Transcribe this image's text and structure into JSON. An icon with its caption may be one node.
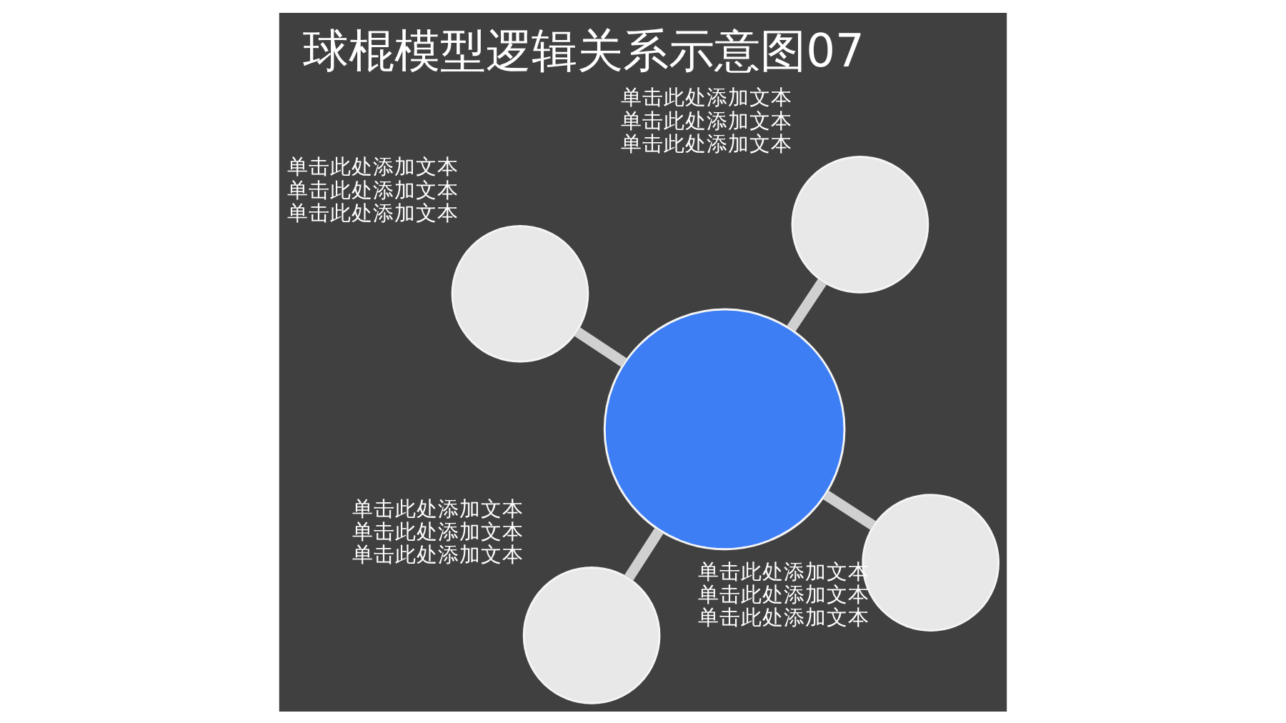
{
  "diagram": {
    "title": "球棍模型逻辑关系示意图07",
    "nodes": [
      {
        "text": [],
        "shape": "circle"
      },
      {
        "text": [],
        "shape": "circle",
        "beside": [
          "单击此处添加文本",
          "单击此处添加文本",
          "单击此处添加文本"
        ]
      },
      {
        "text": [],
        "shape": "circle",
        "beside": [
          "单击此处添加文本",
          "单击此处添加文本",
          "单击此处添加文本"
        ]
      },
      {
        "text": [],
        "shape": "circle",
        "beside": [
          "单击此处添加文本",
          "单击此处添加文本",
          "单击此处添加文本"
        ]
      },
      {
        "text": [],
        "shape": "circle",
        "beside": [
          "单击此处添加文本",
          "单击此处添加文本",
          "单击此处添加文本"
        ]
      }
    ],
    "edges": [
      {
        "from": 0,
        "to": 1,
        "arrow": "none"
      },
      {
        "from": 0,
        "to": 2,
        "arrow": "none"
      },
      {
        "from": 0,
        "to": 3,
        "arrow": "none"
      },
      {
        "from": 0,
        "to": 4,
        "arrow": "none"
      }
    ]
  }
}
